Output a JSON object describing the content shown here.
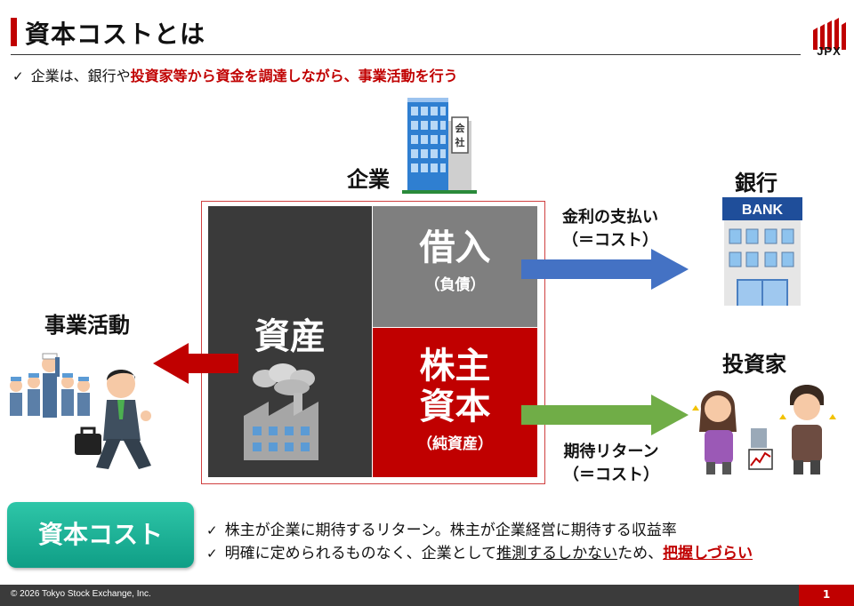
{
  "header": {
    "title": "資本コストとは",
    "logo_text": "JPX"
  },
  "lead": {
    "check": "✓",
    "plain": "企業は、銀行や",
    "emph": "投資家等から資金を調達しながら、事業活動を行う"
  },
  "diagram": {
    "company_label": "企業",
    "company_sign": "会\n社",
    "bank_label": "銀行",
    "bank_sign": "BANK",
    "investor_label": "投資家",
    "business_label": "事業活動",
    "assets": "資産",
    "liabilities": "借入",
    "liabilities_sub": "（負債）",
    "equity_line1": "株主",
    "equity_line2": "資本",
    "equity_sub": "（純資産）",
    "interest_line1": "金利の支払い",
    "interest_line2": "（＝コスト）",
    "return_line1": "期待リターン",
    "return_line2": "（＝コスト）"
  },
  "bottom": {
    "cost_button": "資本コスト",
    "bullet1_check": "✓",
    "bullet1": "株主が企業に期待するリターン。株主が企業経営に期待する収益率",
    "bullet2_check": "✓",
    "bullet2_a": "明確に定められるものなく、企業として",
    "bullet2_b": "推測するしかない",
    "bullet2_c": "ため、",
    "bullet2_d": "把握しづらい"
  },
  "footer": {
    "copyright": "© 2026 Tokyo Stock Exchange, Inc.",
    "page": "1"
  },
  "colors": {
    "accent_red": "#c00000",
    "teal": "#14a58c",
    "arrow_blue": "#4472c4",
    "arrow_green": "#70ad47"
  }
}
